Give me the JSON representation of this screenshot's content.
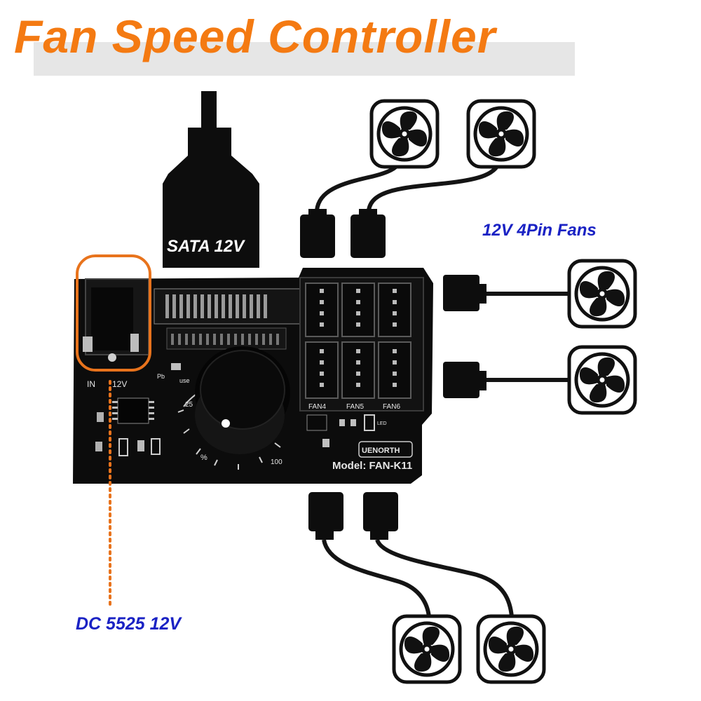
{
  "title": "Fan Speed Controller",
  "labels": {
    "sata": "SATA 12V",
    "fans": "12V 4Pin Fans",
    "dc": "DC 5525 12V"
  },
  "board": {
    "model": "Model: FAN-K11",
    "brand": "UENORTH",
    "headers": [
      "FAN4",
      "FAN5",
      "FAN6"
    ],
    "dial_marks": [
      "25",
      "%",
      "100"
    ],
    "input_label": "IN",
    "input_voltage": "12V",
    "usb_label": "use",
    "pb_label": "Pb",
    "led_label": "LED"
  },
  "colors": {
    "title": "#f47a12",
    "title_band": "#e6e6e6",
    "label_blue": "#1a22c4",
    "highlight": "#e8731c",
    "board": "#0c0c0c"
  },
  "icons": [
    "fan-icon",
    "sata-connector-icon",
    "dc-jack-icon",
    "knob-icon"
  ]
}
